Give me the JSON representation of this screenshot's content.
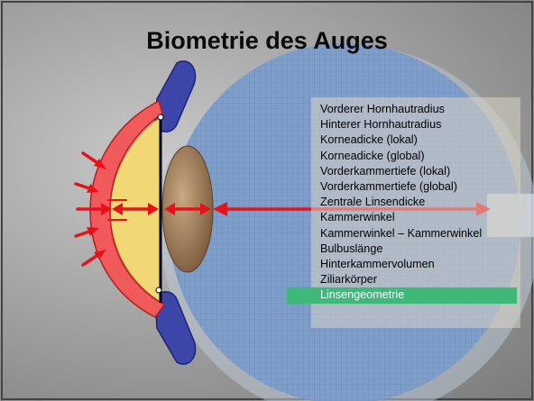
{
  "title": "Biometrie des Auges",
  "terms": [
    "Vorderer Hornhautradius",
    "Hinterer Hornhautradius",
    "Korneadicke (lokal)",
    "Korneadicke (global)",
    "Vorderkammertiefe (lokal)",
    "Vorderkammertiefe (global)",
    "Zentrale Linsendicke",
    "Kammerwinkel",
    "Kammerwinkel – Kammerwinkel",
    "Bulbuslänge",
    "Hinterkammervolumen",
    "Ziliarkörper",
    "Linsengeometrie"
  ],
  "highlighted_term": "Linsengeometrie",
  "colors": {
    "arrow": "#e8121b",
    "cornea": "#f05a5a",
    "anterior_chamber": "#f1d874",
    "lens": "#9a7a55",
    "eyeball": "#7f9ec9",
    "iris": "#3c45a8",
    "highlight": "#3fb97a"
  }
}
